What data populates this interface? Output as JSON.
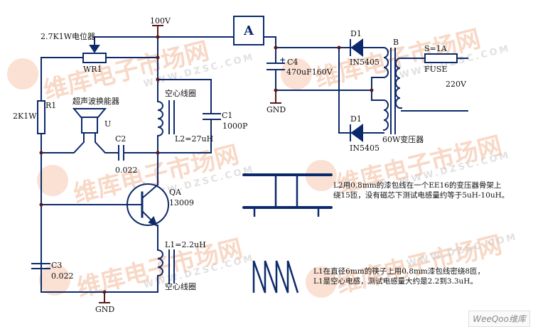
{
  "diagram": {
    "type": "ultrasonic transducer driver circuit schematic",
    "colors": {
      "wire": "#0c2a6b",
      "node": "#5a1a1a",
      "ground": "#5a1a1a",
      "watermark": "#f3b999"
    },
    "supply": {
      "label": "100V"
    },
    "block_a": {
      "label": "A"
    },
    "ground_labels": [
      "GND",
      "GND"
    ],
    "components": {
      "pot": {
        "ref": "WR1",
        "desc": "2.7K1W电位器"
      },
      "r1": {
        "ref": "R1",
        "value": "2K1W"
      },
      "transducer": {
        "ref": "U",
        "desc": "超声波换能器"
      },
      "c2": {
        "ref": "C2",
        "value": "0.022"
      },
      "c1": {
        "ref": "C1",
        "value": "1000P"
      },
      "l2": {
        "ref": "L2=27uH",
        "desc": "空心线圈"
      },
      "qa": {
        "ref": "QA",
        "value": "13009"
      },
      "l1": {
        "ref": "L1=2.2uH",
        "desc": "空心线圈"
      },
      "c3": {
        "ref": "C3",
        "value": "0.022"
      },
      "c4": {
        "ref": "C4",
        "value": "470uF160V"
      },
      "d1_top": {
        "ref": "D1",
        "value": "IN5405"
      },
      "d1_bottom": {
        "ref": "D1",
        "value": "IN5405"
      },
      "transformer": {
        "ref": "B",
        "desc": "60W变压器"
      },
      "fuse": {
        "ref": "S=1A",
        "desc": "FUSE"
      },
      "mains": {
        "label": "220V"
      }
    },
    "notes": {
      "l2_line1": "L2用0.8mm的漆包线在一个EE16的变压器骨架上",
      "l2_line2": "绕15匝，没有磁芯下测试电感量约等于5uH-10uH。",
      "l1_line1": "L1在直径6mm的筷子上用0.8mm漆包线密绕8匝，",
      "l1_line2": "L1是空心电感，测试电感量大约是2.2到3.3uH。"
    },
    "watermark": {
      "brand": "维库电子市场网",
      "url": "WWW.DZSC.COM",
      "corner": "WeeQoo维库"
    }
  }
}
